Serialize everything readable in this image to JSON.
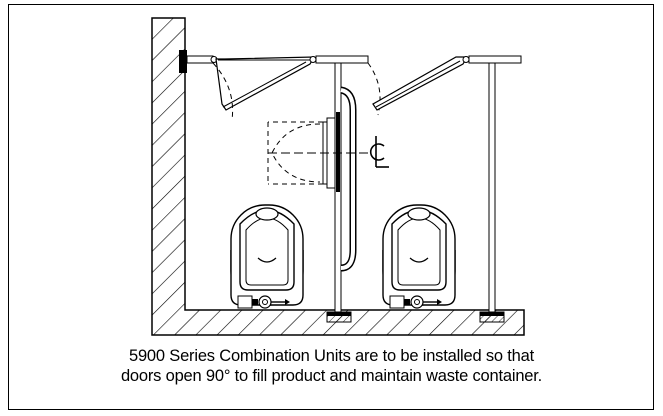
{
  "caption": {
    "line1": "5900 Series Combination Units are to be installed so that",
    "line2": "doors open 90° to fill product and maintain waste container."
  },
  "labels": {
    "centerline": "CL"
  },
  "colors": {
    "ink": "#000000",
    "background": "#ffffff"
  }
}
